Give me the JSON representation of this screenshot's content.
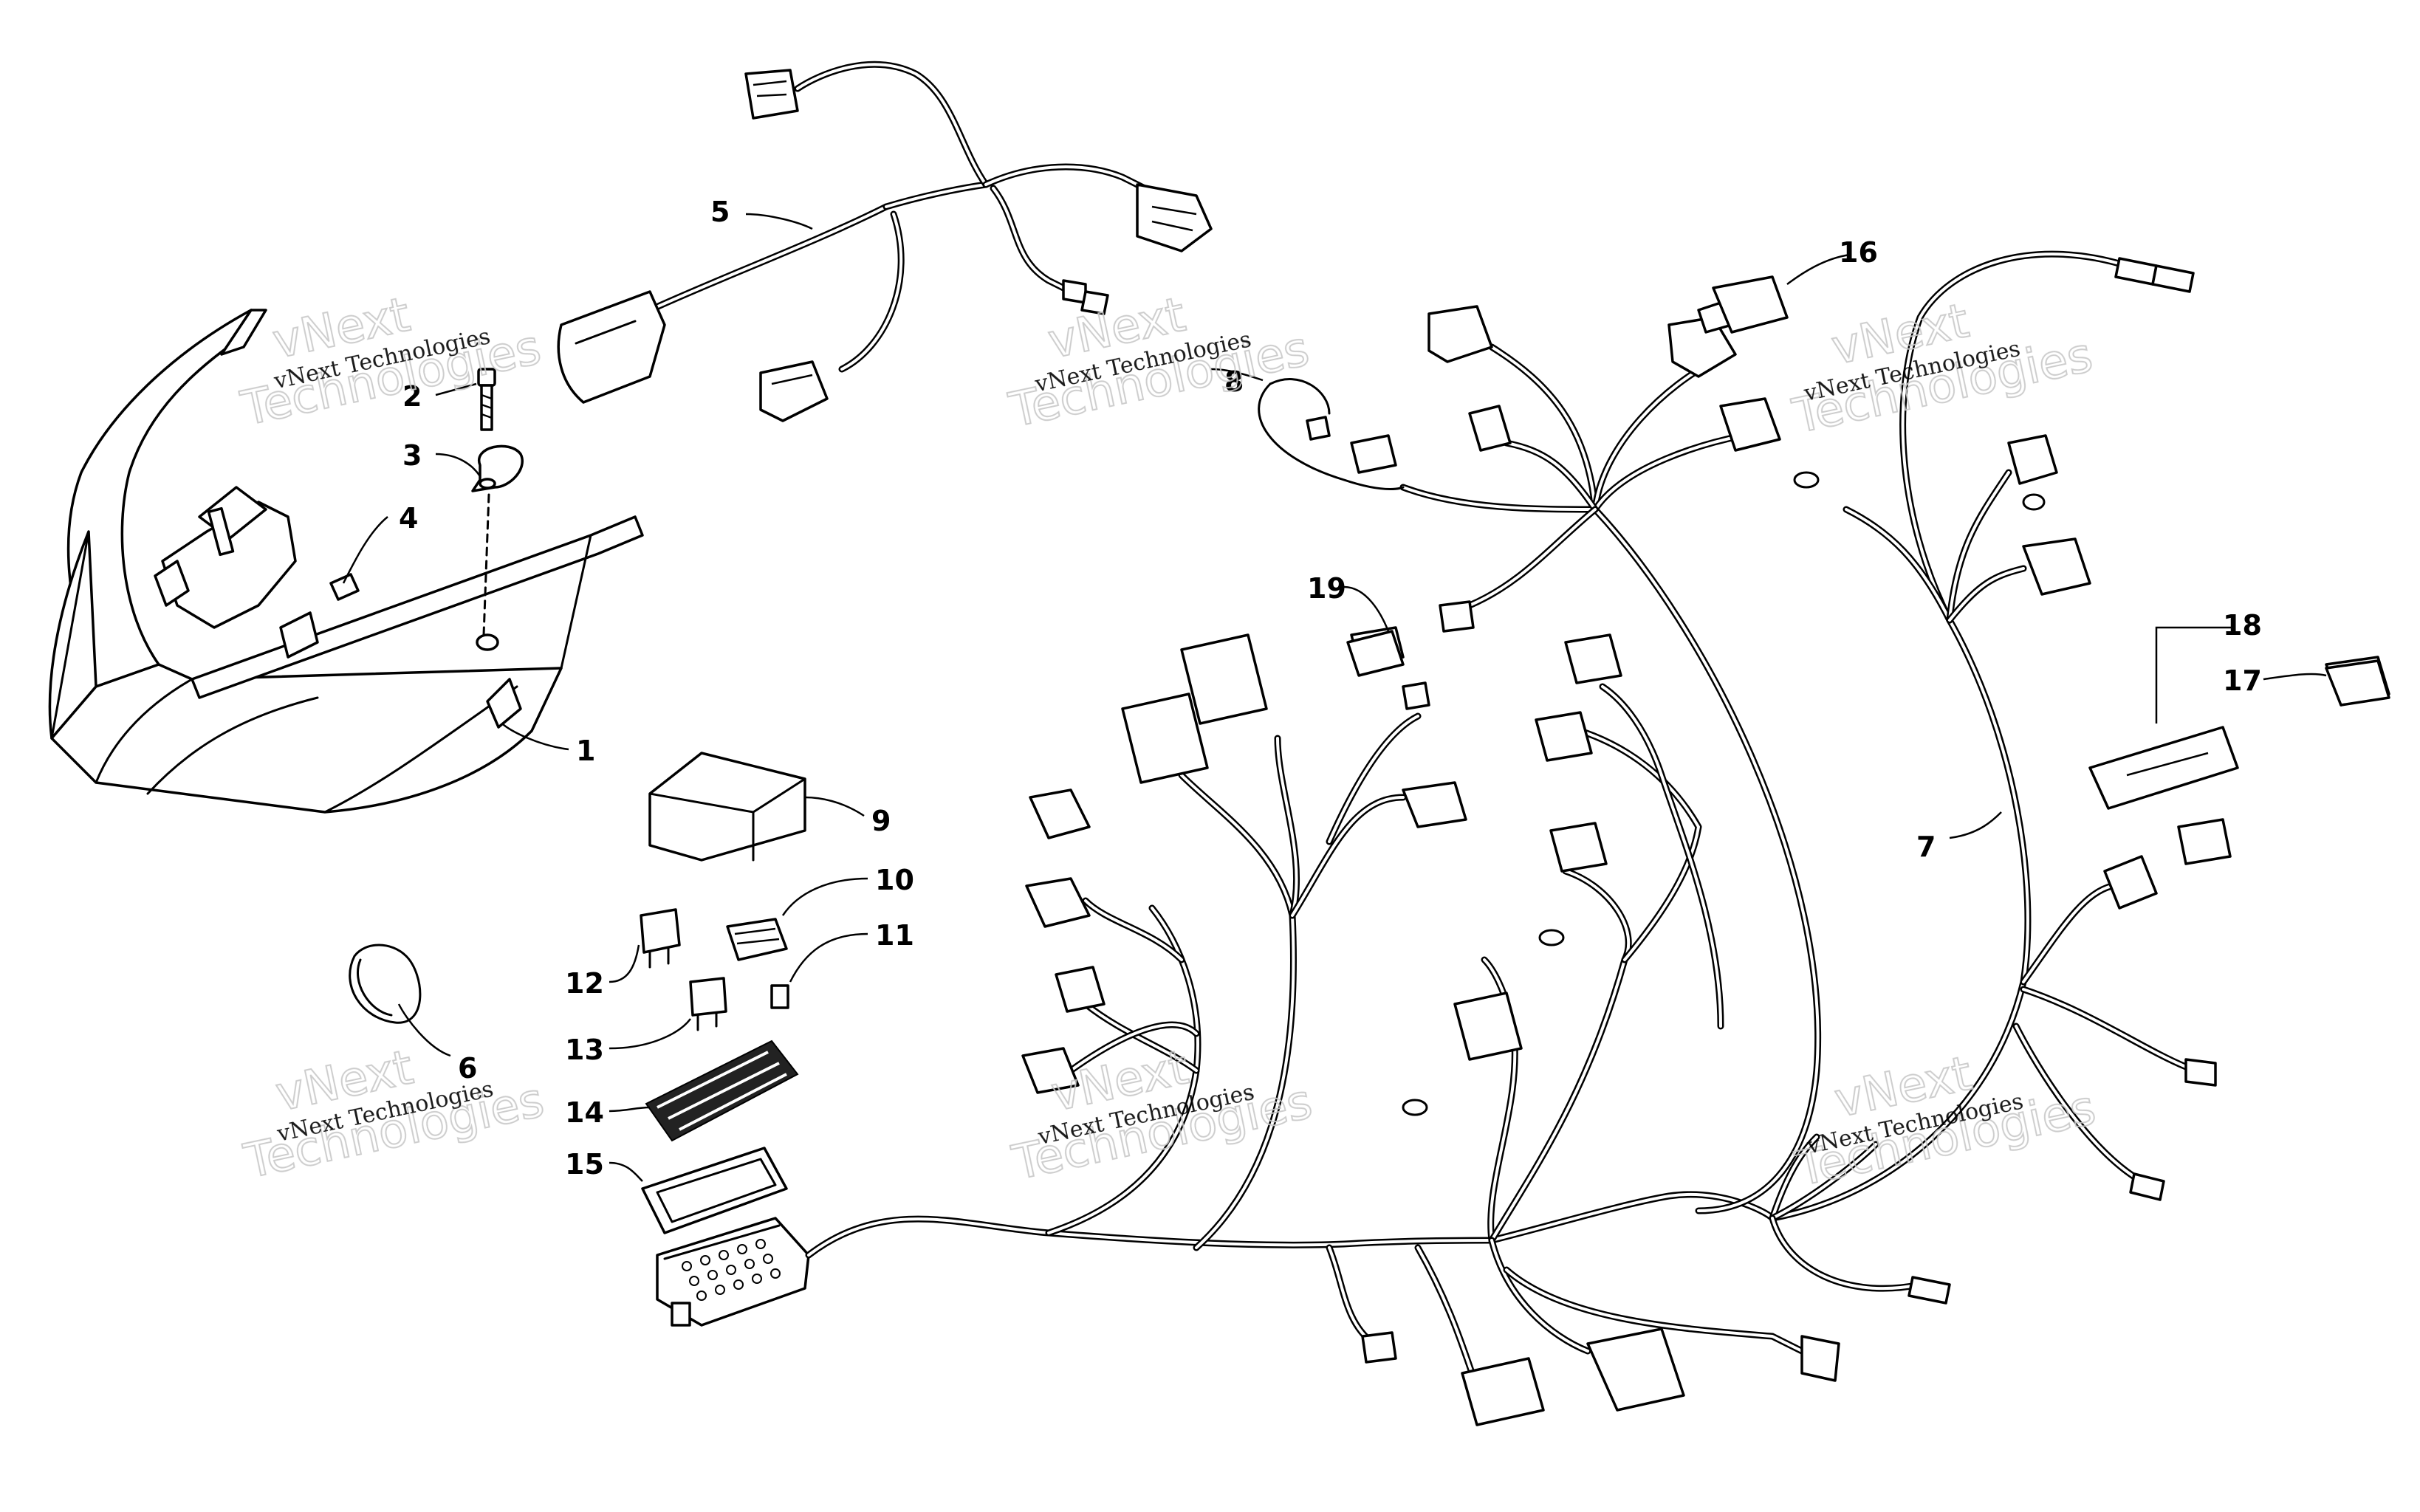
{
  "callouts": [
    "1",
    "2",
    "3",
    "4",
    "5",
    "6",
    "7",
    "8",
    "9",
    "10",
    "11",
    "12",
    "13",
    "14",
    "15",
    "16",
    "17",
    "18",
    "19"
  ],
  "watermark": {
    "small": "vNext Technologies",
    "big_line1": "vNext",
    "big_line2": "Technologies"
  },
  "colors": {
    "ink": "#000000",
    "paper": "#ffffff",
    "watermark": "#c8c8c8"
  }
}
